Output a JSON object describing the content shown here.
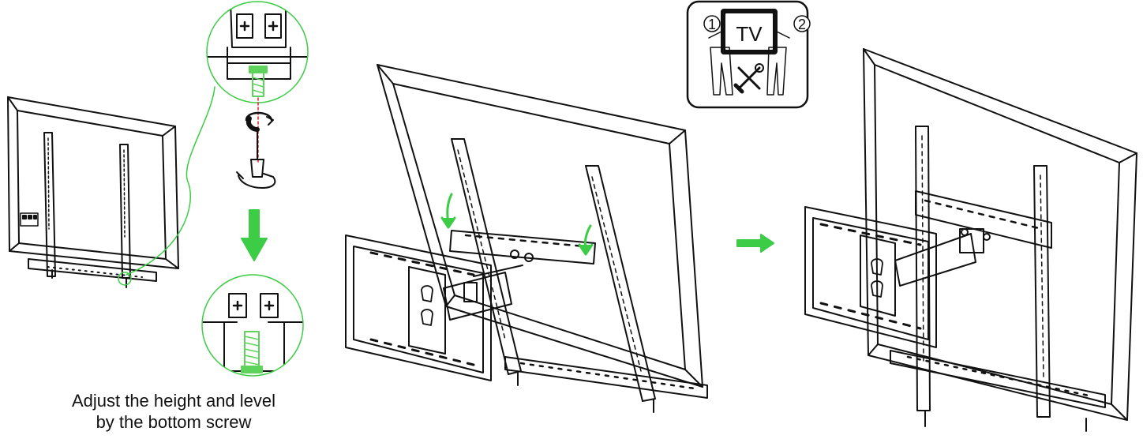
{
  "caption": {
    "line1": "Adjust the height and level",
    "line2": "by the bottom screw"
  },
  "safety_box": {
    "tv_label": "TV",
    "person_1": "1",
    "person_2": "2"
  },
  "colors": {
    "line": "#111111",
    "accent_green": "#3ccc46",
    "screw_green": "#5ed35c",
    "dash_red": "#e02020"
  }
}
